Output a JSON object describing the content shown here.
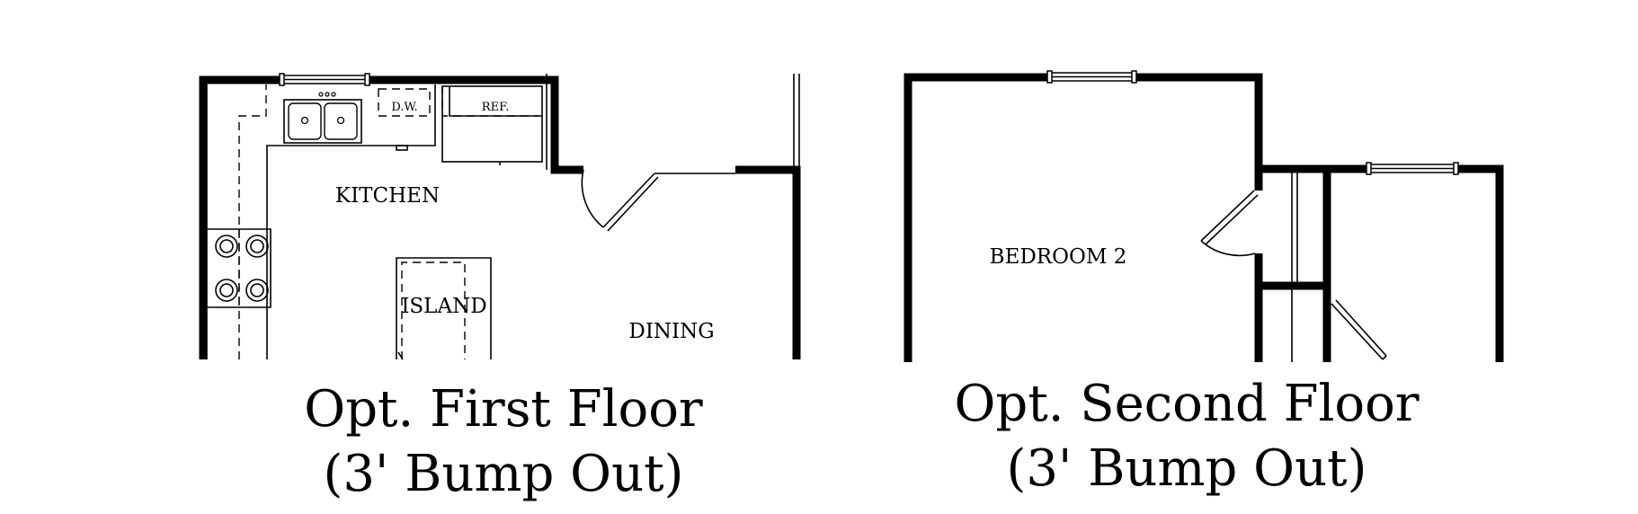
{
  "first_floor": {
    "title_line1": "Opt. First Floor",
    "title_line2": "(3' Bump Out)",
    "rooms": {
      "kitchen": "KITCHEN",
      "island": "ISLAND",
      "dining": "DINING"
    },
    "fixtures": {
      "dishwasher": "D.W.",
      "refrigerator": "REF."
    }
  },
  "second_floor": {
    "title_line1": "Opt. Second Floor",
    "title_line2": "(3' Bump Out)",
    "rooms": {
      "bedroom": "BEDROOM 2"
    }
  }
}
